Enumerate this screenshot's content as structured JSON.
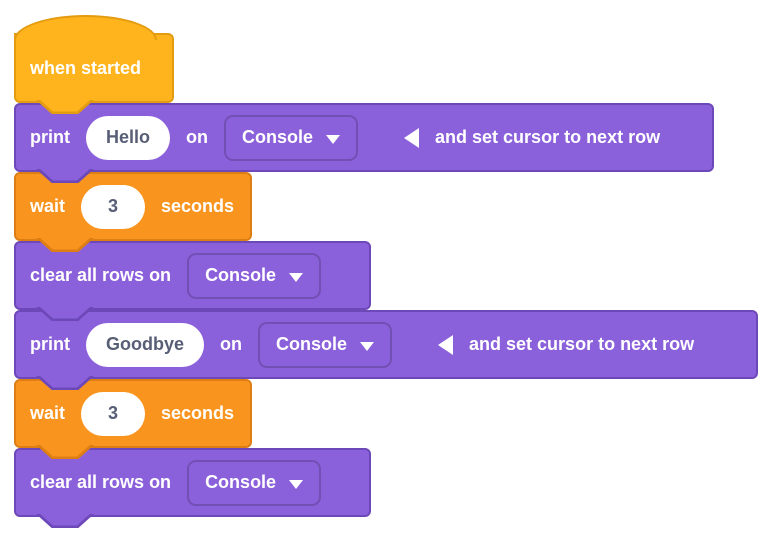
{
  "workspace": {
    "background": "#ffffff"
  },
  "colors": {
    "event_block_fill": "#FFB41E",
    "event_block_border": "#E39B10",
    "control_block_fill": "#F9951F",
    "control_block_border": "#DD7E14",
    "display_block_fill": "#8B61DB",
    "display_block_border": "#6D48B9",
    "input_background": "#FFFFFF",
    "input_text": "#575E75",
    "block_text": "#FFFFFF"
  },
  "blocks": [
    {
      "id": "when-started",
      "type": "hat",
      "category": "events",
      "label": "when started"
    },
    {
      "id": "print-hello",
      "type": "statement",
      "category": "display",
      "print_label": "print",
      "value": "Hello",
      "on_label": "on",
      "dropdown": "Console",
      "suffix_label": "and set cursor to next row"
    },
    {
      "id": "wait-seconds-1",
      "type": "statement",
      "category": "control",
      "wait_label": "wait",
      "value": "3",
      "unit_label": "seconds"
    },
    {
      "id": "clear-rows-1",
      "type": "statement",
      "category": "display",
      "label": "clear all rows on",
      "dropdown": "Console"
    },
    {
      "id": "print-goodbye",
      "type": "statement",
      "category": "display",
      "print_label": "print",
      "value": "Goodbye",
      "on_label": "on",
      "dropdown": "Console",
      "suffix_label": "and set cursor to next row"
    },
    {
      "id": "wait-seconds-2",
      "type": "statement",
      "category": "control",
      "wait_label": "wait",
      "value": "3",
      "unit_label": "seconds"
    },
    {
      "id": "clear-rows-2",
      "type": "statement",
      "category": "display",
      "label": "clear all rows on",
      "dropdown": "Console"
    }
  ]
}
